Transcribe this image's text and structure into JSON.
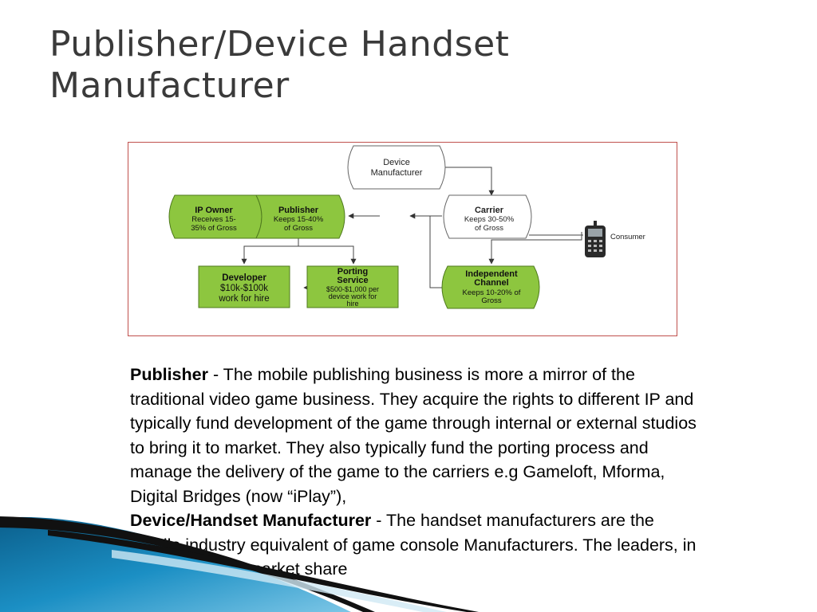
{
  "slide": {
    "title_line1": "Publisher/Device Handset",
    "title_line2": "Manufacturer"
  },
  "diagram": {
    "device_manufacturer": {
      "line1": "Device",
      "line2": "Manufacturer"
    },
    "ip_owner": {
      "title": "IP Owner",
      "line1": "Receives 15-",
      "line2": "35% of Gross"
    },
    "publisher": {
      "title": "Publisher",
      "line1": "Keeps 15-40%",
      "line2": "of Gross"
    },
    "carrier": {
      "title": "Carrier",
      "line1": "Keeps 30-50%",
      "line2": "of Gross"
    },
    "consumer": {
      "label": "Consumer"
    },
    "developer": {
      "title": "Developer",
      "line1": "$10k-$100k",
      "line2": "work for hire"
    },
    "porting_service": {
      "title1": "Porting",
      "title2": "Service",
      "line1": "$500-$1,000 per",
      "line2": "device work for",
      "line3": "hire"
    },
    "independent_channel": {
      "title1": "Independent",
      "title2": "Channel",
      "line1": "Keeps 10-20% of",
      "line2": "Gross"
    },
    "colors": {
      "green": "#8dc63f",
      "dark_green": "#4f7a1e",
      "frame": "#c0504d",
      "phone": "#2a2a2a"
    },
    "icons": [
      "mobile-phone-icon"
    ]
  },
  "body": {
    "p1_term": "Publisher",
    "p1_text": " - The mobile publishing business is more a mirror of the traditional video game business. They acquire the rights to different IP and typically fund development of the game through internal or external studios to bring it to market. They also typically fund the porting process and manage the delivery of the game to the carriers e.g Gameloft, Mforma, Digital Bridges (now “iPlay”),",
    "p2_term1": "Device/",
    "p2_term2": "Handset Manufacturer",
    "p2_text": " - The handset manufacturers are the mobile industry equivalent of game console Manufacturers. The leaders, in terms of global market share"
  },
  "theme": {
    "deco_blue": "#1b8fc4",
    "deco_black": "#111111"
  }
}
